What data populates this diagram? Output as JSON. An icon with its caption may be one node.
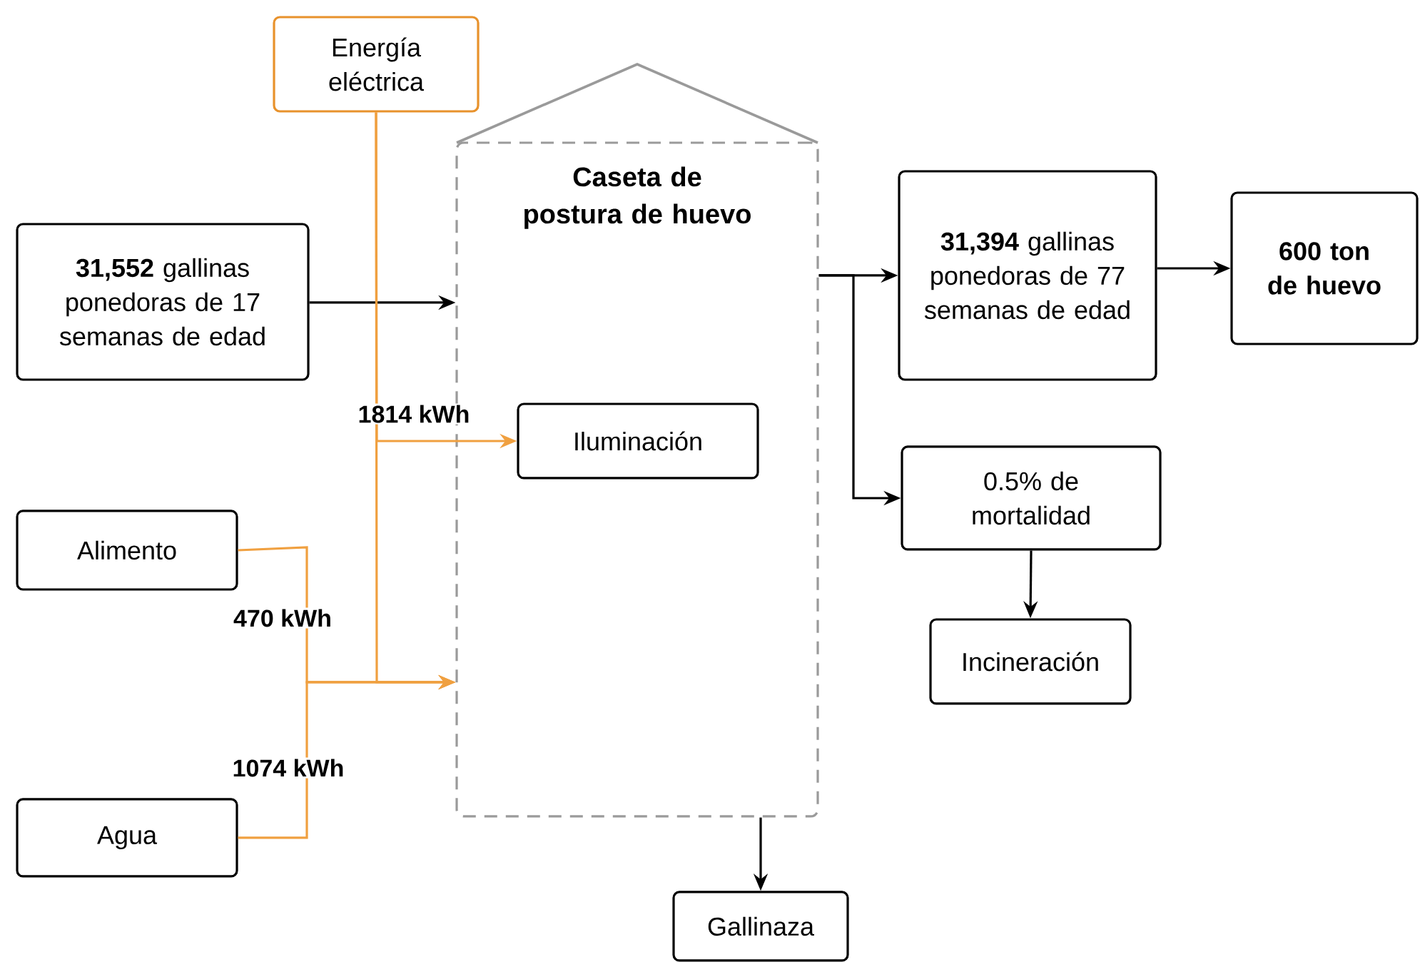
{
  "diagram": {
    "nodes": [
      {
        "text": [
          "Energía eléctrica"
        ]
      },
      {
        "text": [
          "Caseta de postura de huevo"
        ]
      },
      {
        "text": [
          "**31,552** gallinas ponedoras de 17 semanas de edad"
        ]
      },
      {
        "text": [
          "Iluminación"
        ],
        "in": 1
      },
      {
        "text": [
          "**31,394** gallinas ponedoras de 77 semanas de edad"
        ]
      },
      {
        "text": [
          "600 ton de huevo"
        ]
      },
      {
        "text": [
          "Alimento"
        ]
      },
      {
        "text": [
          "0.5% de mortalidad"
        ]
      },
      {
        "text": [
          "Incineración"
        ]
      },
      {
        "text": [
          "Agua"
        ]
      },
      {
        "text": [
          "Gallinaza"
        ]
      }
    ],
    "edges": [
      {
        "from": 2,
        "to": 1,
        "arrow": "to"
      },
      {
        "from": 0,
        "to": 3,
        "arrow": "to",
        "label": "1814 kWh",
        "color": "#f0a040"
      },
      {
        "from": 0,
        "to": 1,
        "arrow": "to",
        "color": "#f0a040"
      },
      {
        "from": 6,
        "to": 1,
        "arrow": "to",
        "label": "470 kWh",
        "color": "#f0a040"
      },
      {
        "from": 9,
        "to": 1,
        "arrow": "to",
        "label": "1074 kWh",
        "color": "#f0a040"
      },
      {
        "from": 1,
        "to": 4,
        "arrow": "to"
      },
      {
        "from": 1,
        "to": 7,
        "arrow": "to"
      },
      {
        "from": 4,
        "to": 5,
        "arrow": "to"
      },
      {
        "from": 7,
        "to": 8,
        "arrow": "to"
      },
      {
        "from": 1,
        "to": 10,
        "arrow": "to"
      }
    ]
  }
}
